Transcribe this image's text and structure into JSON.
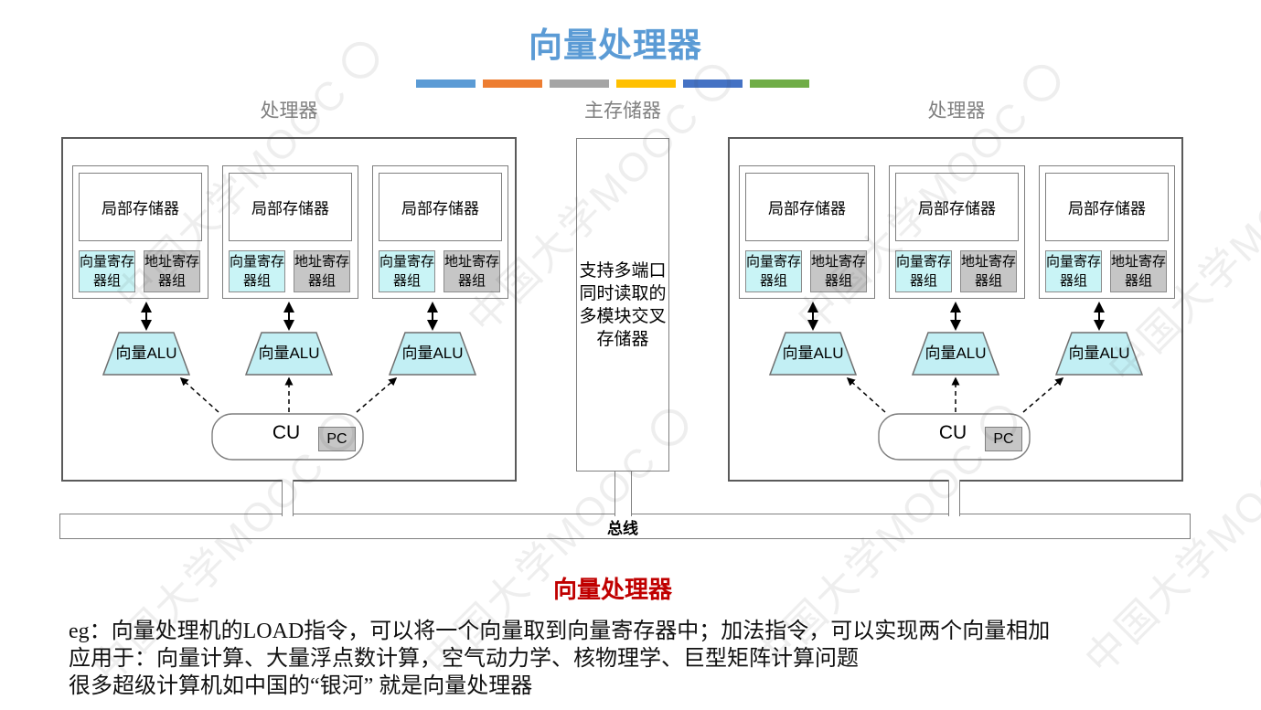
{
  "slide": {
    "title": "向量处理器",
    "title_color": "#5B9BD5",
    "divider_bars": [
      "#5B9BD5",
      "#ED7D31",
      "#A5A5A5",
      "#FFC000",
      "#4472C4",
      "#70AD47"
    ]
  },
  "sections": {
    "left_processor_label": "处理器",
    "main_memory_label": "主存储器",
    "right_processor_label": "处理器"
  },
  "diagram": {
    "local_memory": "局部存储器",
    "vector_register_file": "向量寄存器组",
    "address_register_file": "地址寄存器组",
    "vector_alu": "向量ALU",
    "control_unit": "CU",
    "program_counter": "PC",
    "main_memory_text": "支持多端口同时读取的多模块交叉存储器",
    "bus_label": "总线",
    "colors": {
      "vector_register_fill": "#C9F4F6",
      "address_register_fill": "#C6C6C6",
      "alu_fill": "#C2EFF4",
      "pc_fill": "#C6C6C6"
    }
  },
  "caption": {
    "text": "向量处理器",
    "color": "#C00000"
  },
  "notes": [
    "eg：向量处理机的LOAD指令，可以将一个向量取到向量寄存器中；加法指令，可以实现两个向量相加",
    "应用于：向量计算、大量浮点数计算，空气动力学、核物理学、巨型矩阵计算问题",
    "很多超级计算机如中国的“银河” 就是向量处理器"
  ],
  "watermark": {
    "text": "中国大学MOOC"
  }
}
